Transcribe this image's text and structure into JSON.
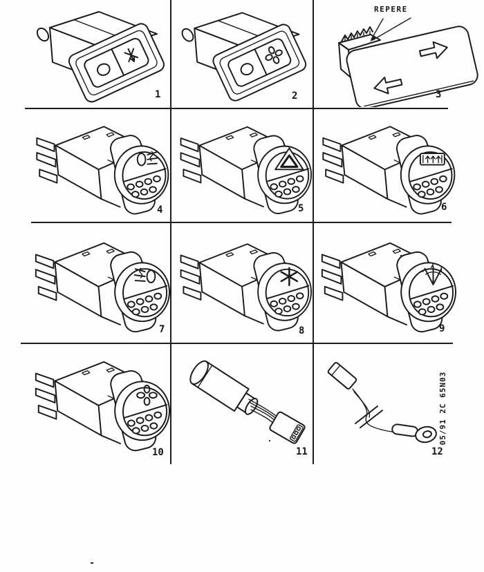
{
  "document": {
    "kind": "scanned-switch-parts-diagram",
    "plate_code": "05/91 2C 65N03",
    "callout_label": "REPERE",
    "ink_color": "#1b1b1b",
    "paper_color": "#fefefe",
    "grid": {
      "columns": 3,
      "rows": 4
    }
  },
  "parts": [
    {
      "number": "1",
      "kind": "rocker-switch",
      "icon": "circle-and-blower-symbols"
    },
    {
      "number": "2",
      "kind": "rocker-switch",
      "icon": "circle-and-fan-symbols"
    },
    {
      "number": "3",
      "kind": "window-lifter-switch",
      "icon": "left-right-arrow-symbols",
      "callout": "REPERE"
    },
    {
      "number": "4",
      "kind": "push-button-switch",
      "icon": "front-fog-lamp-symbol"
    },
    {
      "number": "5",
      "kind": "push-button-switch",
      "icon": "hazard-triangle-symbol"
    },
    {
      "number": "6",
      "kind": "push-button-switch",
      "icon": "heated-rear-window-symbol"
    },
    {
      "number": "7",
      "kind": "push-button-switch",
      "icon": "rear-fog-lamp-symbol"
    },
    {
      "number": "8",
      "kind": "push-button-switch",
      "icon": "fan-asterisk-symbol"
    },
    {
      "number": "9",
      "kind": "push-button-switch",
      "icon": "demister-fan-symbol"
    },
    {
      "number": "10",
      "kind": "push-button-switch",
      "icon": "fan-clover-symbol"
    },
    {
      "number": "11",
      "kind": "adapter-lead",
      "icon": "none"
    },
    {
      "number": "12",
      "kind": "earth-lead-ring-terminal",
      "icon": "none"
    }
  ]
}
